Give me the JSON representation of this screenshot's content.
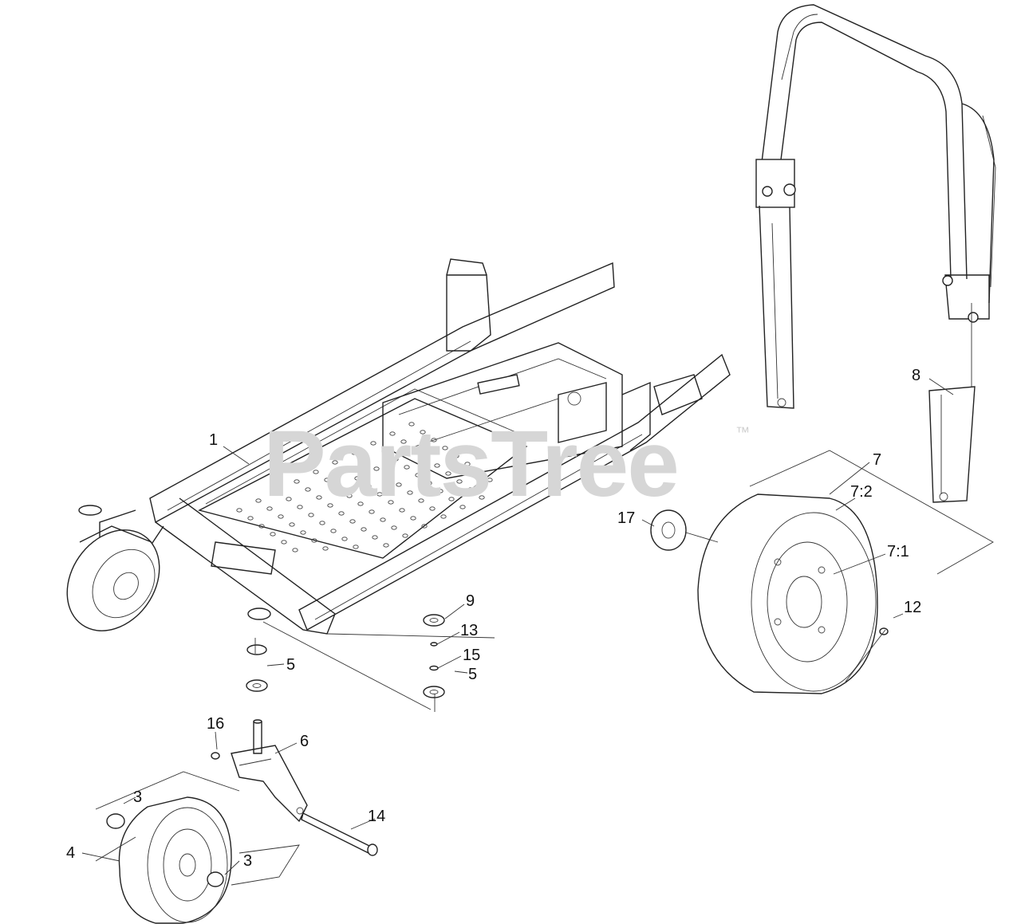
{
  "watermark": {
    "text": "PartsTree",
    "trademark": "™"
  },
  "callouts": [
    {
      "id": "1",
      "label": "1"
    },
    {
      "id": "3a",
      "label": "3"
    },
    {
      "id": "3b",
      "label": "3"
    },
    {
      "id": "4",
      "label": "4"
    },
    {
      "id": "5a",
      "label": "5"
    },
    {
      "id": "5b",
      "label": "5"
    },
    {
      "id": "6",
      "label": "6"
    },
    {
      "id": "7",
      "label": "7"
    },
    {
      "id": "7-2",
      "label": "7:2"
    },
    {
      "id": "7-1",
      "label": "7:1"
    },
    {
      "id": "8",
      "label": "8"
    },
    {
      "id": "9",
      "label": "9"
    },
    {
      "id": "12",
      "label": "12"
    },
    {
      "id": "13",
      "label": "13"
    },
    {
      "id": "14",
      "label": "14"
    },
    {
      "id": "15",
      "label": "15"
    },
    {
      "id": "16",
      "label": "16"
    },
    {
      "id": "17",
      "label": "17"
    }
  ],
  "colors": {
    "line": "#222222",
    "watermark": "#d6d6d6",
    "background": "#ffffff"
  }
}
